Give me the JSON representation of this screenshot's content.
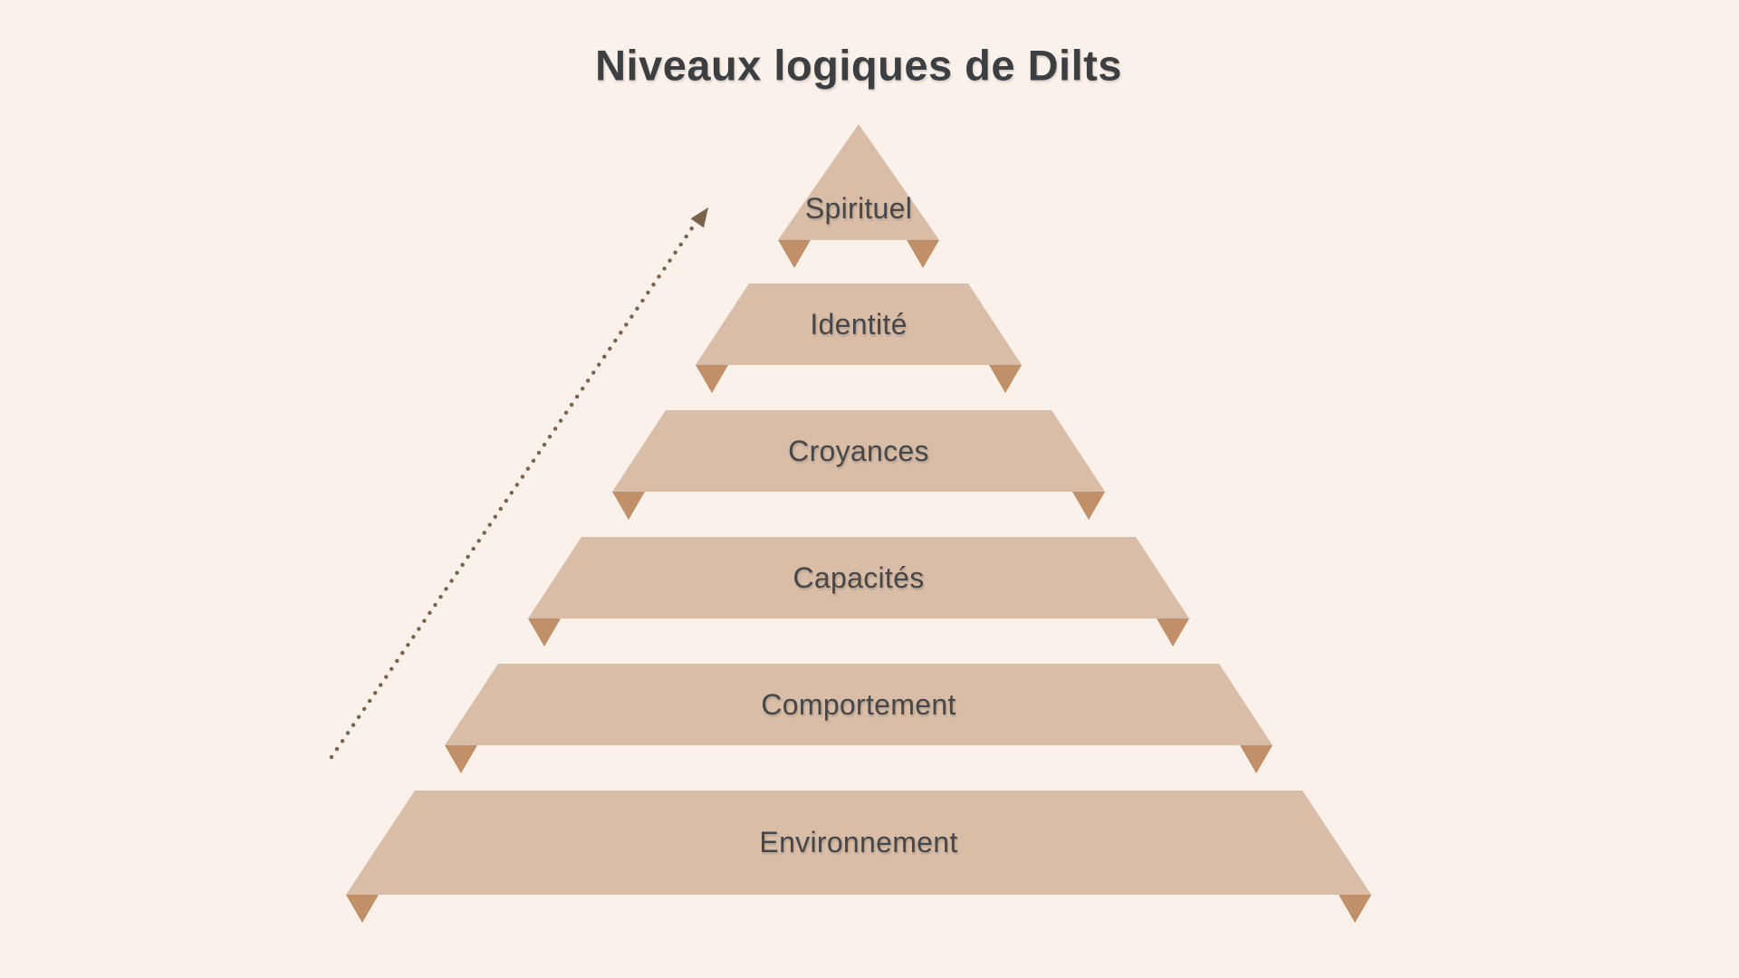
{
  "title": "Niveaux logiques de Dilts",
  "diagram": {
    "type": "pyramid",
    "levels": [
      {
        "label": "Spirituel"
      },
      {
        "label": "Identité"
      },
      {
        "label": "Croyances"
      },
      {
        "label": "Capacités"
      },
      {
        "label": "Comportement"
      },
      {
        "label": "Environnement"
      }
    ],
    "arrow": {
      "style": "dotted",
      "direction": "up"
    }
  },
  "colors": {
    "background": "#FAF1EA",
    "band": "#D9BDA6",
    "fold": "#C18F68",
    "title_text": "#3C3F42",
    "label_text": "#44474B",
    "arrow": "#7A624C"
  }
}
